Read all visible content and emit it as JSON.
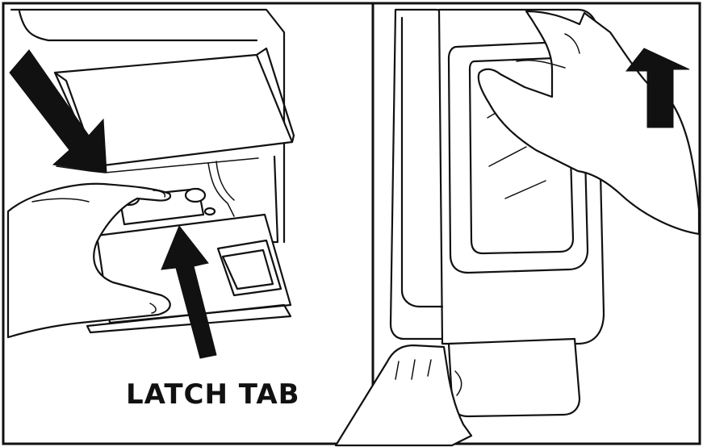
{
  "figure": {
    "panels": [
      "left",
      "right"
    ],
    "callout": {
      "text": "LATCH TAB"
    },
    "arrows": [
      {
        "panel": "left",
        "direction": "down-right"
      },
      {
        "panel": "left",
        "direction": "up"
      },
      {
        "panel": "right",
        "direction": "up"
      }
    ],
    "colors": {
      "ink": "#111111",
      "paper": "#ffffff"
    }
  }
}
